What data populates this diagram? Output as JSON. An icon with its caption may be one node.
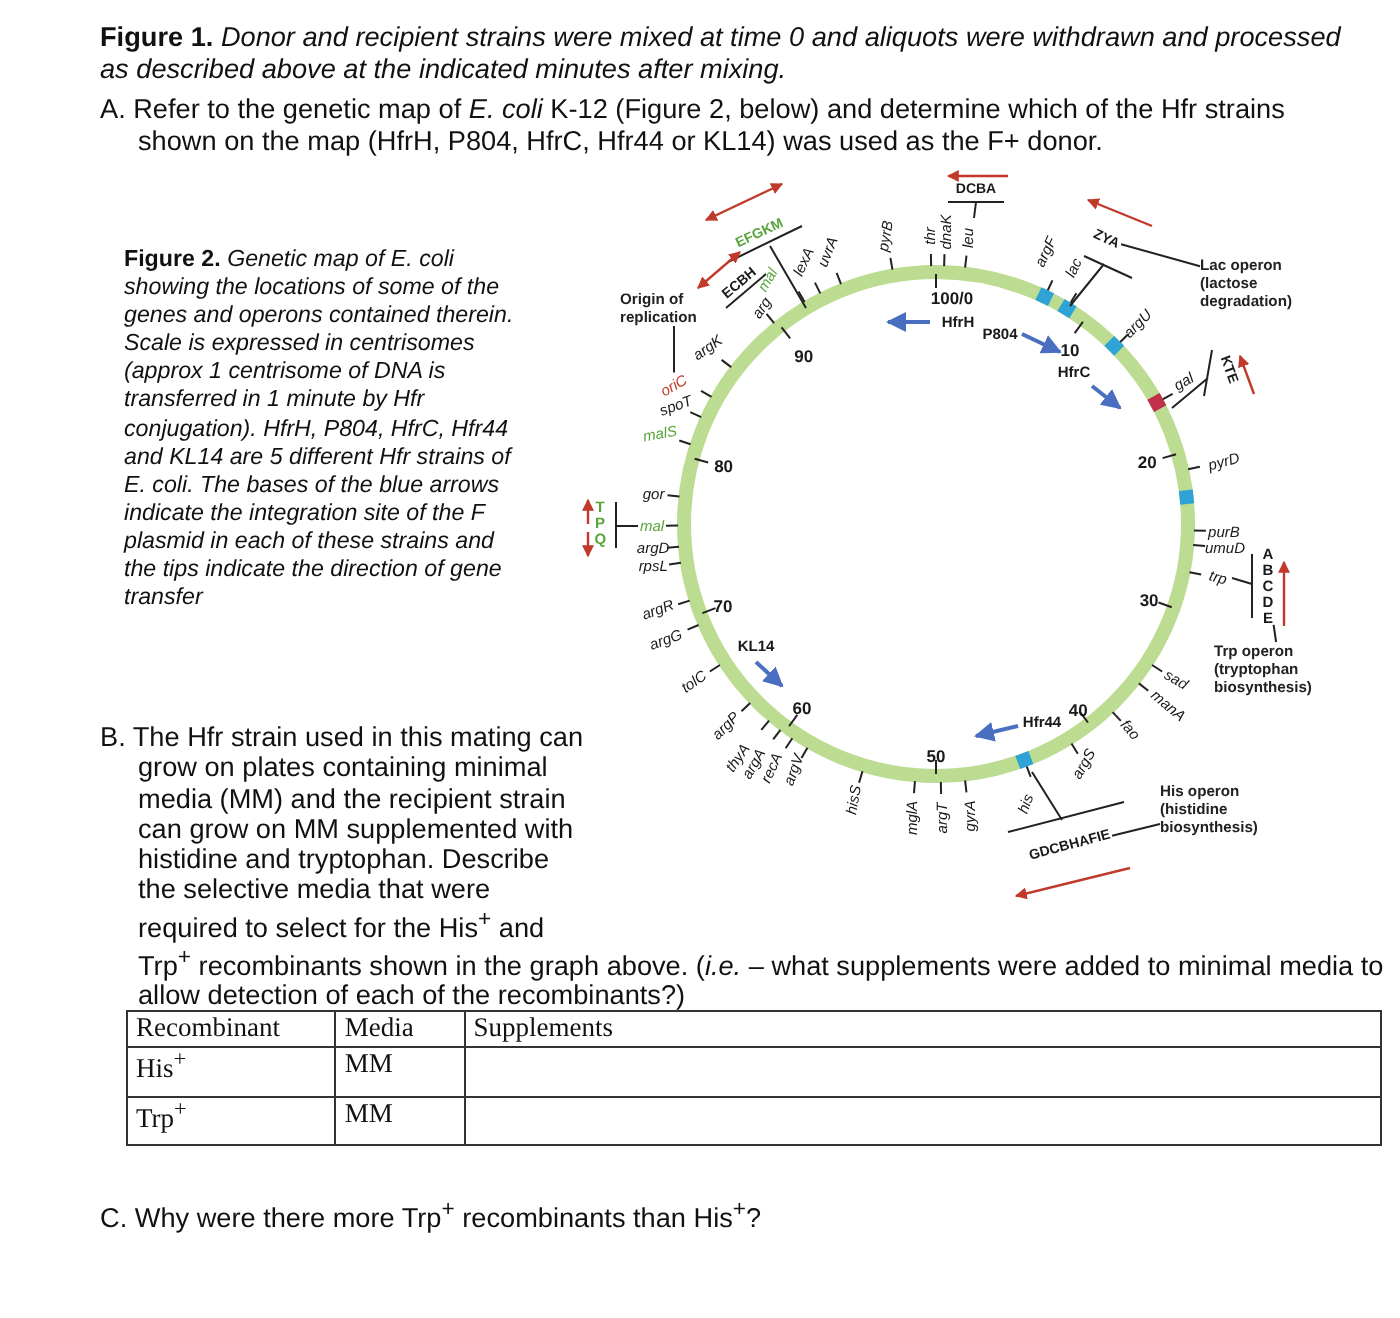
{
  "diagram": {
    "title": "**Figure 1.** *Donor and recipient strains were mixed at time 0 and aliquots were withdrawn and processed as described above at the indicated minutes after mixing.*",
    "caption": "**Figure 2.** *Genetic map of E. coli showing the locations of some of the genes and operons contained therein. Scale is expressed in centrisomes (approx 1 centrisome of DNA is transferred in 1 minute by Hfr conjugation). HfrH, P804, HfrC, Hfr44 and KL14 are 5 different Hfr strains of E. coli. The bases of the blue arrows indicate the integration site of the F plasmid in each of these strains and the tips indicate the direction of gene transfer*",
    "nodes": [
      {
        "text": [
          "Origin of replication"
        ]
      },
      {
        "text": [
          "Lac operon (lactose degradation)"
        ]
      },
      {
        "text": [
          "Trp operon (tryptophan biosynthesis)"
        ]
      },
      {
        "text": [
          "His operon (histidine biosynthesis)"
        ]
      },
      {
        "text": [
          "oriC"
        ]
      },
      {
        "text": [
          "ZYA"
        ]
      },
      {
        "text": [
          "ABCDE"
        ]
      },
      {
        "text": [
          "GDCBHAFIE"
        ]
      }
    ],
    "edges": [
      {
        "from": 0,
        "to": 4,
        "arrow": "none"
      },
      {
        "from": 1,
        "to": 5,
        "arrow": "none"
      },
      {
        "from": 2,
        "to": 6,
        "arrow": "none"
      },
      {
        "from": 3,
        "to": 7,
        "arrow": "none"
      }
    ],
    "labels": [
      "A. Refer to the genetic map of *E. coli* K-12 (Figure 2, below) and determine which of the Hfr strains shown on the map (HfrH, P804, HfrC, Hfr44 or KL14) was used as the F+ donor.",
      "DCBA",
      "EFGKM",
      "pyrB",
      "thr",
      "dnaK",
      "leu",
      "lexA",
      "uvrA",
      "argF",
      "lac",
      "ECBH",
      "mal",
      "arg",
      "100/0",
      "HfrH",
      "P804",
      "argU",
      "argK",
      "90",
      "10",
      "HfrC",
      "gal",
      "KTE",
      "spoT",
      "malS",
      "80",
      "20",
      "pyrD",
      "gor",
      "TPQ",
      "mal",
      "purB",
      "argD",
      "umuD",
      "rpsL",
      "trp",
      "argR",
      "70",
      "30",
      "argG",
      "KL14",
      "tolC",
      "sad",
      "argP",
      "60",
      "Hfr44",
      "40",
      "fao",
      "manA",
      "thyA",
      "argA",
      "recA",
      "argV",
      "50",
      "argS",
      "hisS",
      "mglA",
      "argT",
      "gyrA",
      "his",
      "B. The Hfr strain used in this mating can grow on plates containing minimal media (MM) and the recipient strain can grow on MM supplemented with histidine and tryptophan. Describe the selective media that were required to select for the His$^{+}$ and Trp$^{+}$ recombinants shown in the graph above. (*i.e.* – what supplements were added to minimal media to allow detection of each of the recombinants?)",
      "Recombinant",
      "Media",
      "Supplements",
      "His$^{+}$",
      "MM",
      "Trp$^{+}$",
      "MM",
      "C. Why were there more Trp$^{+}$ recombinants than His$^{+}$?"
    ]
  }
}
